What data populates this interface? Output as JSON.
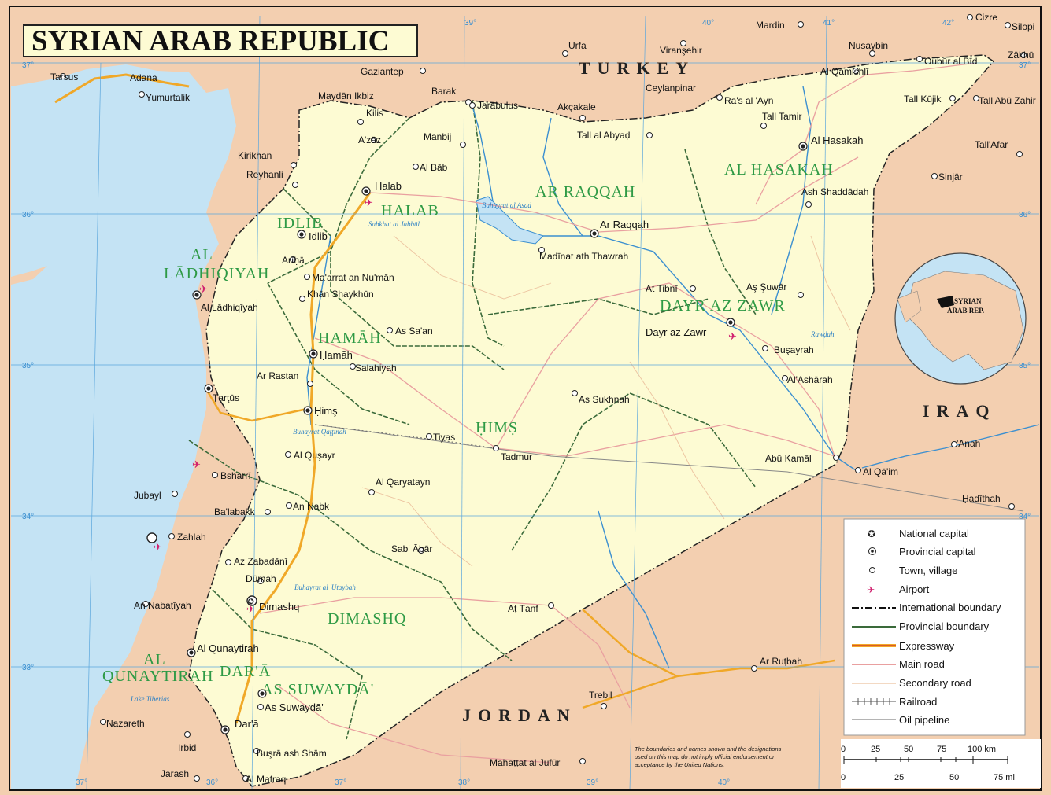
{
  "title": "SYRIAN ARAB REPUBLIC",
  "colors": {
    "syria": "#fdfbd3",
    "neighbors": "#f3cfb0",
    "sea": "#c4e3f4",
    "province_label": "#2e9a45",
    "main_road": "#e9a0a0",
    "expressway": "#f0a828",
    "river": "#3b8fd0"
  },
  "countries": [
    "TURKEY",
    "IRAQ",
    "JORDAN"
  ],
  "provinces": [
    "AL HASAKAH",
    "AR RAQQAH",
    "HALAB",
    "IDLIB",
    "AL",
    "LĀDHIQIYAH",
    "DAYR AZ ZAWR",
    "HAMĀH",
    "ḤIMṢ",
    "DIMASHQ",
    "AL",
    "QUNAYTIRAH",
    "DAR'Ā",
    "AS SUWAYDĀ'"
  ],
  "cities": [
    "Cizre",
    "Silopi",
    "Mardin",
    "Nusaybin",
    "Oubūr al Bīd",
    "Zākhū",
    "Urfa",
    "Viranşehir",
    "Al Qāmishlī",
    "Ceylanpinar",
    "Ra's al 'Ayn",
    "Tall Kūjik",
    "Tall Abū Ẓahir",
    "Gaziantep",
    "Barak",
    "Jarābulus",
    "Akçakale",
    "Tall Tamir",
    "Tall al Abyaḍ",
    "Al Ḥasakah",
    "Tall'Afar",
    "Maydān Ikbiz",
    "Kilis",
    "Manbij",
    "A'zāz",
    "Kirikhan",
    "Al Bāb",
    "Sinjār",
    "Reyhanli",
    "Halab",
    "Ash Shaddādah",
    "Idlib",
    "Ar Raqqah",
    "Arīḥā",
    "Madīnat ath Thawrah",
    "Ma'arrat an Nu'mān",
    "Khān Shaykhūn",
    "At Tibnī",
    "Aş Şuwār",
    "As Sa'an",
    "Dayr az Zawr",
    "Ḥamāh",
    "Buşayrah",
    "Salahiyah",
    "Ar Rastan",
    "Al'Ashārah",
    "As Sukhnah",
    "Ḥimş",
    "Tiyas",
    "Tadmur",
    "Al Quşayr",
    "Abū Kamāl",
    "'Anah",
    "Al Qā'im",
    "Bsharrī",
    "Al Qaryatayn",
    "Jubayl",
    "Ḥadīthah",
    "An Nabk",
    "Ba'labakk",
    "Zahlah",
    "Sab' Ābār",
    "Az Zabadānī",
    "Dūmah",
    "Dimashq",
    "An Nabaṭīyah",
    "Aṭ Ṭanf",
    "Al Qunayṭirah",
    "Ar Ruṭbah",
    "As Suwaydā'",
    "Trebil",
    "Nazareth",
    "Dar'ā",
    "Irbid",
    "Buşrā ash Shām",
    "Maḥaṭṭat al Jufūr",
    "Jarash",
    "Al Mafraq",
    "Tarsus",
    "Adana",
    "Yumurtalik",
    "Al Lādhiqīyah",
    "Ţarţūs"
  ],
  "water": [
    "Buhayrat al Asad",
    "Sabkhat al Jabbūl",
    "Buhayrat Qaţţinah",
    "Buhayrat al 'Utaybah",
    "Lake Tiberias",
    "Rawḍah"
  ],
  "coords": {
    "lon": [
      "39°",
      "40°",
      "41°",
      "42°",
      "37°",
      "36°",
      "37°",
      "38°",
      "39°",
      "40°"
    ],
    "lat": [
      "37°",
      "36°",
      "35°",
      "34°",
      "33°",
      "37°",
      "36°",
      "35°",
      "34°"
    ]
  },
  "legend": [
    "National capital",
    "Provincial capital",
    "Town, village",
    "Airport",
    "International boundary",
    "Provincial boundary",
    "Expressway",
    "Main road",
    "Secondary road",
    "Railroad",
    "Oil pipeline"
  ],
  "inset": {
    "label_line1": "SYRIAN",
    "label_line2": "ARAB REP."
  },
  "disclaimer": [
    "The boundaries and names shown and the designations",
    "used on this map do not imply official endorsement or",
    "acceptance by the United Nations."
  ],
  "scale": {
    "km": [
      "0",
      "25",
      "50",
      "75",
      "100 km"
    ],
    "mi": [
      "0",
      "25",
      "50",
      "75 mi"
    ]
  }
}
